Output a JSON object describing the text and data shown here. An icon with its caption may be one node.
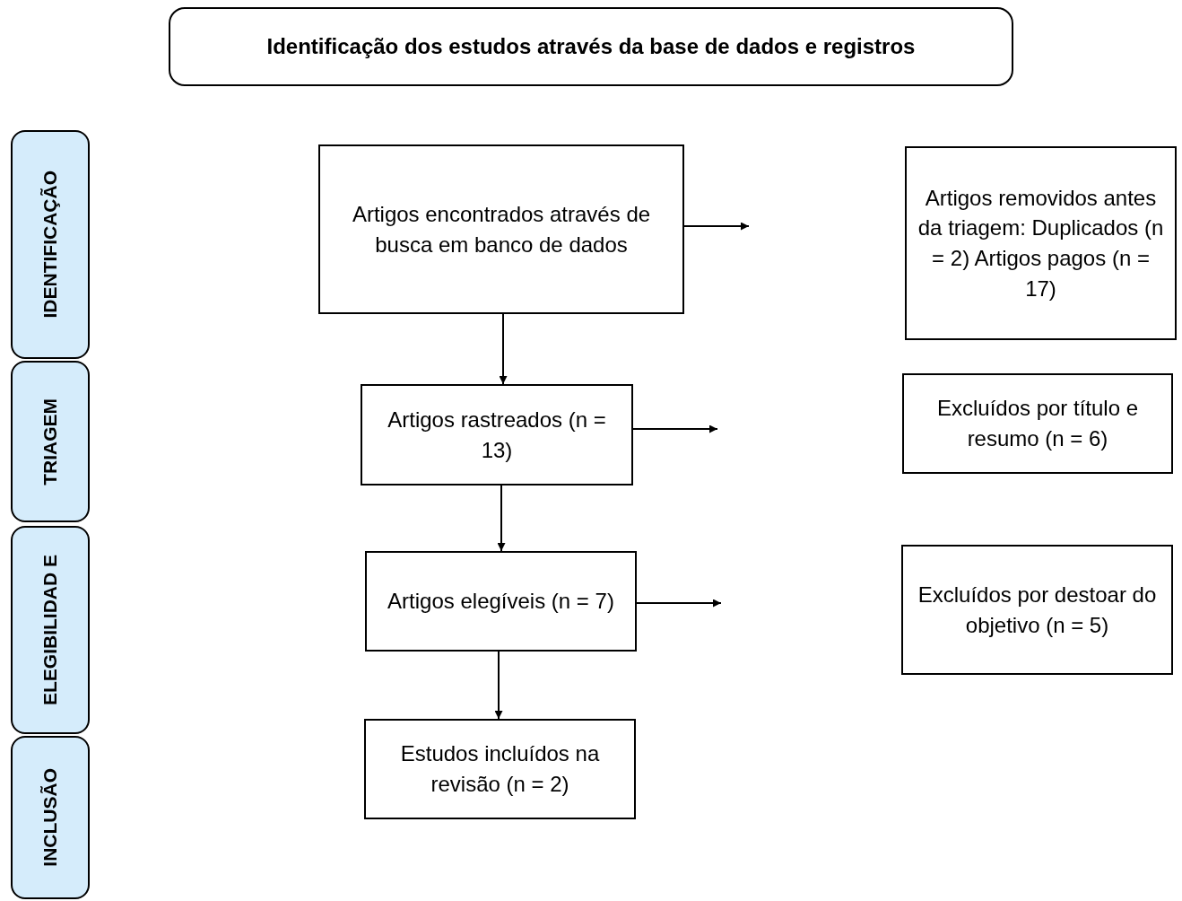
{
  "diagram": {
    "nodes": [
      {
        "text": [
          "Identificação dos estudos através da base de dados e registros"
        ]
      },
      {
        "text": [
          "IDENTIFICAÇÃO"
        ]
      },
      {
        "text": [
          "Artigos encontrados através de busca em banco de dados"
        ]
      },
      {
        "text": [
          "Artigos removidos antes da triagem: Duplicados (n = 2) Artigos pagos (n = 17)"
        ]
      },
      {
        "text": [
          "TRIAGEM"
        ]
      },
      {
        "text": [
          "Artigos rastreados (n = 13)"
        ]
      },
      {
        "text": [
          "Excluídos por título e resumo (n = 6)"
        ]
      },
      {
        "text": [
          "ELEGIBILIDAD E"
        ]
      },
      {
        "text": [
          "Artigos elegíveis (n = 7)"
        ]
      },
      {
        "text": [
          "Excluídos por destoar do objetivo (n = 5)"
        ]
      },
      {
        "text": [
          "INCLUSÃO"
        ]
      },
      {
        "text": [
          "Estudos incluídos na revisão (n = 2)"
        ]
      }
    ],
    "edges": [
      {
        "from": 2,
        "to": null,
        "arrow": "to"
      },
      {
        "from": 2,
        "to": 5,
        "arrow": "to"
      },
      {
        "from": 5,
        "to": null,
        "arrow": "to"
      },
      {
        "from": 5,
        "to": 8,
        "arrow": "to"
      },
      {
        "from": 8,
        "to": null,
        "arrow": "to"
      },
      {
        "from": 8,
        "to": 11,
        "arrow": "to"
      }
    ]
  }
}
